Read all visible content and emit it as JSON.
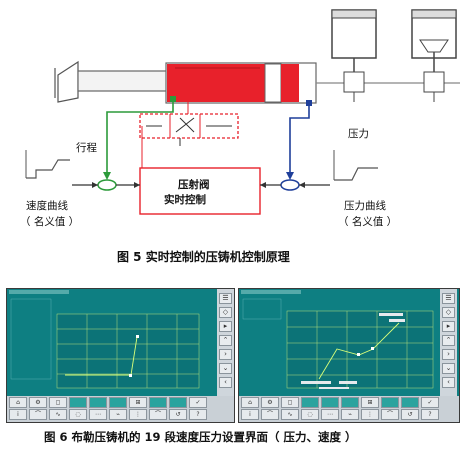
{
  "figure5": {
    "caption": "图 5  实时控制的压铸机控制原理",
    "labels": {
      "stroke": "行程",
      "pressure": "压力",
      "valve_line1": "压射阀",
      "valve_line2": "实时控制",
      "speed_curve": "速度曲线",
      "speed_nominal": "（ 名义值 ）",
      "pressure_curve": "压力曲线",
      "pressure_nominal": "（ 名义值 ）"
    },
    "colors": {
      "cylinder": "#e8212b",
      "stroke_line": "#2c9a3a",
      "pressure_line": "#1f3f9a",
      "valve": "#e8212b"
    }
  },
  "figure6": {
    "caption": "图 6  布勒压铸机的 19 段速度压力设置界面（ 压力、速度 ）",
    "screen_bg": "#0e7f82",
    "grid_color": "#b6e27a"
  }
}
